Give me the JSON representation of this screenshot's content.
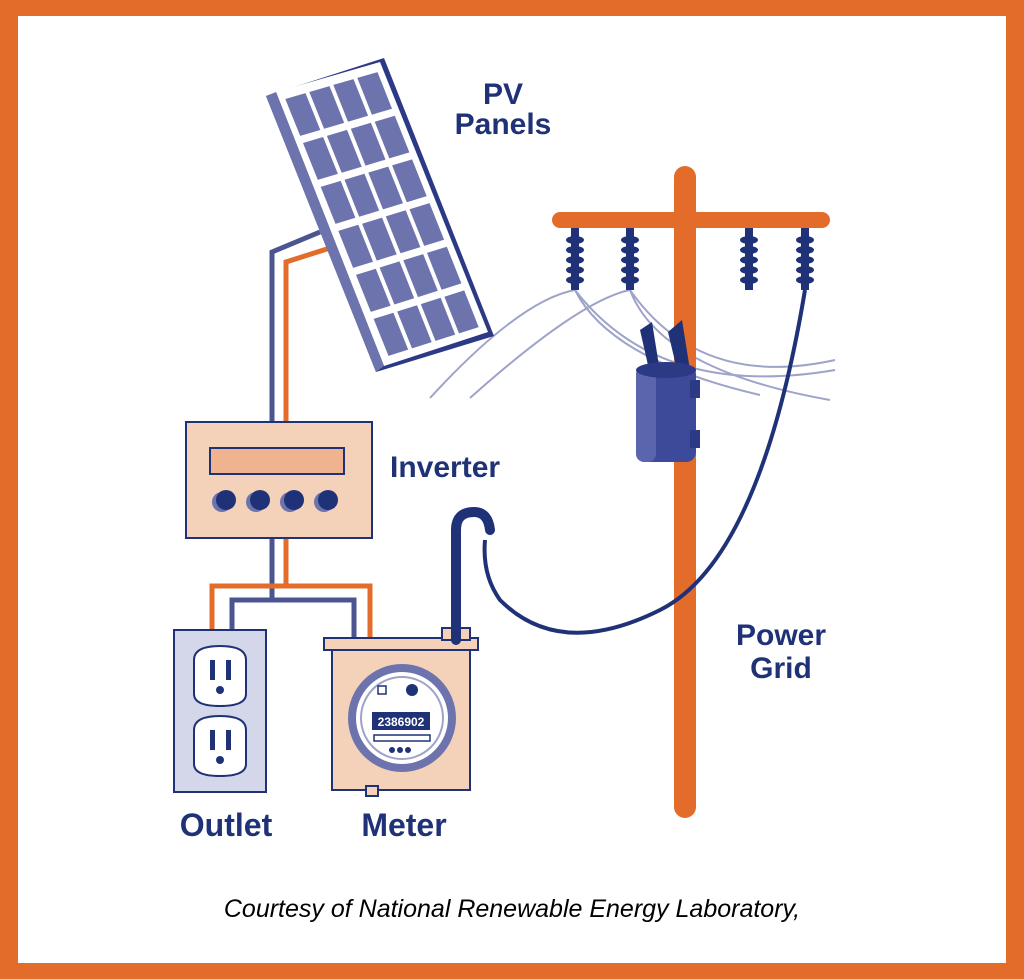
{
  "labels": {
    "pv_line1": "PV",
    "pv_line2": "Panels",
    "inverter": "Inverter",
    "grid_line1": "Power",
    "grid_line2": "Grid",
    "outlet": "Outlet",
    "meter": "Meter"
  },
  "meter_reading": "2386902",
  "credit": "Courtesy of National Renewable Energy Laboratory,",
  "colors": {
    "border": "#e36c2a",
    "navy": "#1f3277",
    "wire_blue": "#4b5590",
    "panel_blue": "#6d74ad",
    "peach": "#f4d2b9",
    "lavender": "#d4d6ea"
  }
}
